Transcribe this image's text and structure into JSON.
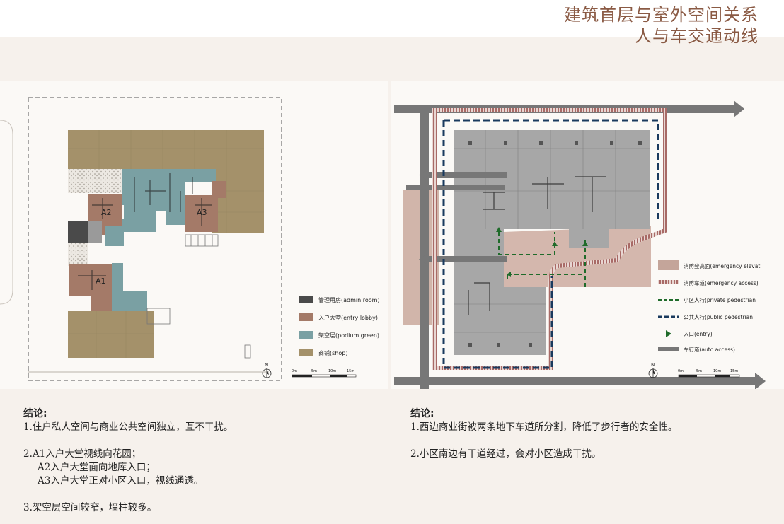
{
  "title": {
    "line1": "建筑首层与室外空间关系",
    "line2": "人与车交通动线"
  },
  "left_plan": {
    "unit_labels": [
      "A2",
      "A3",
      "A1"
    ],
    "legend": [
      {
        "label": "管理用房(admin room)",
        "color": "#4a4a4a"
      },
      {
        "label": "入户大堂(entry lobby)",
        "color": "#a47a68"
      },
      {
        "label": "架空层(podium green)",
        "color": "#7aa0a3"
      },
      {
        "label": "商铺(shop)",
        "color": "#a4916a"
      }
    ],
    "north": "N",
    "scale_ticks": [
      "0m",
      "5m",
      "10m",
      "15m"
    ]
  },
  "right_plan": {
    "legend": [
      {
        "label": "消防登高面(emergency elevat",
        "swatch": "area",
        "color": "#c4a59a"
      },
      {
        "label": "消防车道(emergency access)",
        "swatch": "hatch",
        "color": "#a86a66"
      },
      {
        "label": "小区人行(private pedestrian",
        "swatch": "dash-green",
        "color": "#1f6b2a"
      },
      {
        "label": "公共人行(public pedestrian",
        "swatch": "dash-navy",
        "color": "#1a3a5e"
      },
      {
        "label": "入口(entry)",
        "swatch": "triangle",
        "color": "#1f6b2a"
      },
      {
        "label": "车行道(auto access)",
        "swatch": "bar",
        "color": "#777777"
      }
    ],
    "north": "N",
    "scale_ticks": [
      "0m",
      "5m",
      "10m",
      "15m"
    ]
  },
  "left_conclusion": {
    "heading": "结论:",
    "p1": "1.住户私人空间与商业公共空间独立，互不干扰。",
    "p2a": "2.A1入户大堂视线向花园；",
    "p2b": "A2入户大堂面向地库入口；",
    "p2c": "A3入户大堂正对小区入口，视线通透。",
    "p3": "3.架空层空间较窄，墙柱较多。"
  },
  "right_conclusion": {
    "heading": "结论:",
    "p1": "1.西边商业街被两条地下车道所分割，降低了步行者的安全性。",
    "p2": "2.小区南边有干道经过，会对小区造成干扰。"
  }
}
